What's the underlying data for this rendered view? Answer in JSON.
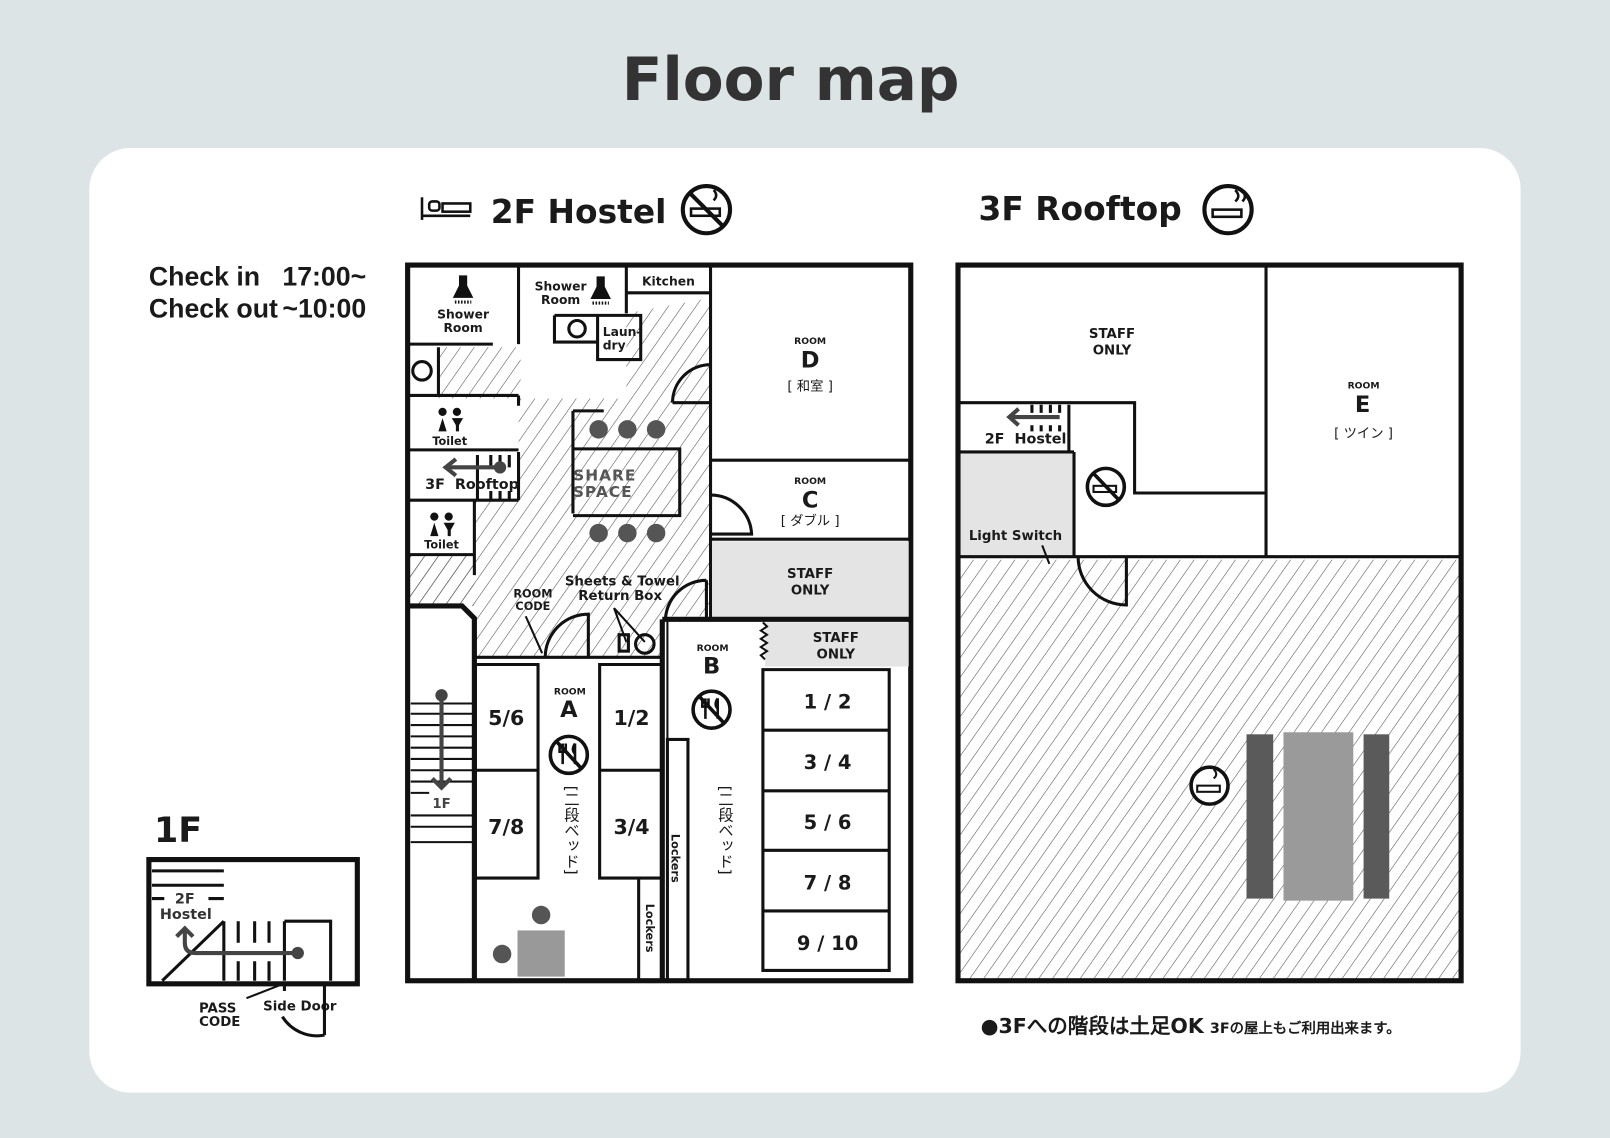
{
  "title": "Floor map",
  "checkin": {
    "label_in": "Check in",
    "time_in": "17:00~",
    "label_out": "Check out",
    "time_out": "~10:00"
  },
  "floor2": {
    "title": "2F Hostel",
    "icons": [
      "bed-icon",
      "no-smoking-icon"
    ],
    "shower_room_1": [
      "Shower",
      "Room"
    ],
    "shower_room_2": [
      "Shower",
      "Room"
    ],
    "kitchen": "Kitchen",
    "laundry": [
      "Laun-",
      "dry"
    ],
    "toilet_1": "Toilet",
    "toilet_2": "Toilet",
    "stairs_up": "3F  Rooftop",
    "stairs_down": "1F",
    "share_space": [
      "SHARE",
      "SPACE"
    ],
    "room_code": [
      "ROOM",
      "CODE"
    ],
    "return_box": [
      "Sheets & Towel",
      "Return Box"
    ],
    "room_word": "ROOM",
    "room_d": {
      "letter": "D",
      "type": "[ 和室 ]"
    },
    "room_c": {
      "letter": "C",
      "type": "[ ダブル ]"
    },
    "staff_only_1": [
      "STAFF",
      "ONLY"
    ],
    "staff_only_2": [
      "STAFF",
      "ONLY"
    ],
    "room_a": {
      "letter": "A",
      "type": "[二段ベッド]",
      "beds": [
        "5/6",
        "7/8",
        "1/2",
        "3/4"
      ]
    },
    "room_b": {
      "letter": "B",
      "type": "[二段ベッド]",
      "beds": [
        "1 / 2",
        "3 / 4",
        "5 / 6",
        "7 / 8",
        "9 / 10"
      ]
    },
    "lockers_1": "Lockers",
    "lockers_2": "Lockers"
  },
  "floor3": {
    "title": "3F Rooftop",
    "icons": [
      "smoking-icon",
      "no-smoking-icon"
    ],
    "staff_only": [
      "STAFF",
      "ONLY"
    ],
    "stairs_down": "2F  Hostel",
    "light_switch": "Light Switch",
    "room_word": "ROOM",
    "room_e": {
      "letter": "E",
      "type": "[ ツイン ]"
    }
  },
  "floor1": {
    "title": "1F",
    "stairs_up": [
      "2F",
      "Hostel"
    ],
    "pass_code": [
      "PASS",
      "CODE"
    ],
    "side_door": "Side Door"
  },
  "footer": {
    "main": "●3Fへの階段は土足OK",
    "sub": "3Fの屋上もご利用出来ます。"
  }
}
